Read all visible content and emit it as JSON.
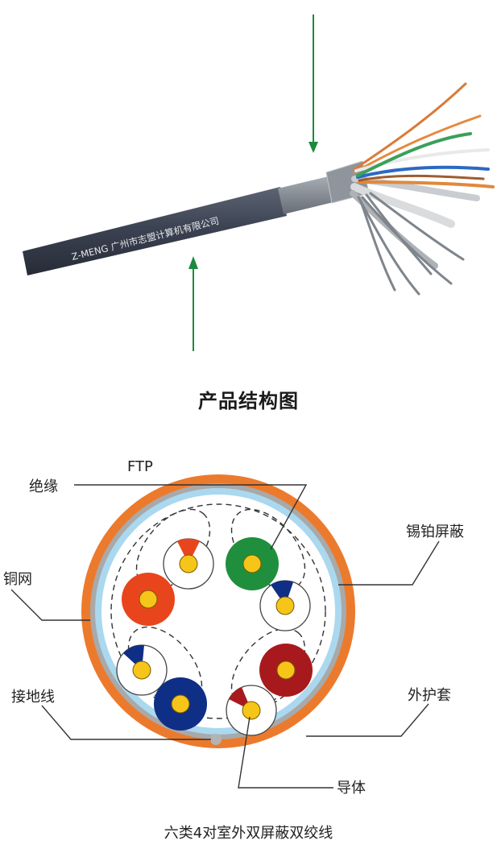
{
  "photo": {
    "cable_print": "Z-MENG 广州市志盟计算机有限公司"
  },
  "section_title": "产品结构图",
  "diagram": {
    "labels": {
      "ftp": "FTP",
      "insulation": "绝缘",
      "foil_shield": "锡铂屏蔽",
      "copper_mesh": "铜网",
      "ground_wire": "接地线",
      "outer_jacket": "外护套",
      "conductor": "导体"
    },
    "colors": {
      "jacket": "#ec7a2c",
      "foil": "#aad8ef",
      "mesh": "#a9a9a9",
      "conductor": "#f5c519",
      "pair_orange": "#e9451c",
      "pair_green": "#1f8f3e",
      "pair_blue": "#0f2f86",
      "pair_brown": "#a8191d"
    }
  },
  "caption": "六类4对室外双屏蔽双绞线"
}
